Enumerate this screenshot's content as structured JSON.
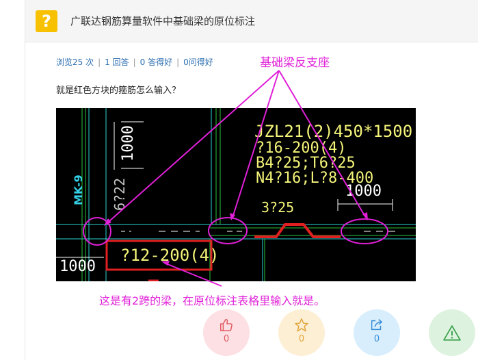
{
  "header": {
    "title": "广联达钢筋算量软件中基础梁的原位标注"
  },
  "stats": {
    "views": "浏览25 次",
    "answers": "1 回答",
    "good_answers": "0 答得好",
    "good_questions": "0问得好"
  },
  "question": {
    "text": "就是红色方块的箍筋怎么输入？"
  },
  "cad": {
    "beam_label_1": "JZL21(2)450*1500",
    "beam_label_2": "?16-200(4)",
    "beam_label_3": "B4?25;T6?25",
    "beam_label_4": "N4?16;L?8-400",
    "dim_top_right": "1000",
    "rebar_label": "3?25",
    "dim_vertical": "1000",
    "rebar_vertical": "6?22",
    "mk_label": "MK-9",
    "dim_bottom_left": "1000",
    "stirrup_label": "?12-200(4)"
  },
  "annotations": {
    "support_label": "基础梁反支座",
    "bottom_note": "这是有2跨的梁，在原位标注表格里输入就是。"
  },
  "actions": {
    "like_count": "0",
    "star_count": "0",
    "share_count": "0"
  },
  "colors": {
    "accent": "#e020d8",
    "question_icon": "#f7c100",
    "cad_yellow": "#ffff66",
    "cad_red": "#e02020"
  }
}
